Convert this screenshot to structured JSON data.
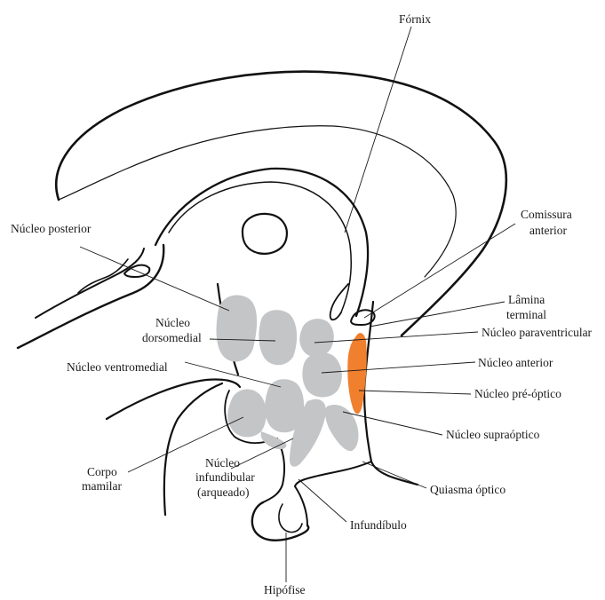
{
  "colors": {
    "nucleus_fill": "#c4c5c7",
    "highlight_fill": "#f07f2e",
    "line": "#111111",
    "background": "#ffffff"
  },
  "labels": {
    "fornix": "Fórnix",
    "comissura_1": "Comissura",
    "comissura_2": "anterior",
    "nucleo_posterior": "Núcleo posterior",
    "lamina_1": "Lâmina",
    "lamina_2": "terminal",
    "nucleo_1": "Núcleo",
    "dorsomedial": "dorsomedial",
    "nucleo_paraventricular": "Núcleo paraventricular",
    "nucleo_ventromedial": "Núcleo ventromedial",
    "nucleo_anterior": "Núcleo anterior",
    "nucleo_preoptico": "Núcleo pré-óptico",
    "nucleo_supraoptico": "Núcleo supraóptico",
    "corpo": "Corpo",
    "mamilar": "mamilar",
    "nucleo_2": "Núcleo",
    "infundibular": "infundibular",
    "arqueado": "(arqueado)",
    "quiasma_optico": "Quiasma óptico",
    "infundibulo": "Infundíbulo",
    "hipofise": "Hipófise"
  }
}
